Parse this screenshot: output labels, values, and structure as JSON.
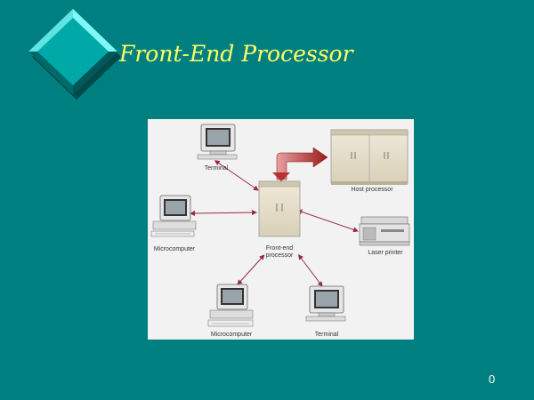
{
  "slide": {
    "title": "Front-End Processor",
    "number": "0"
  },
  "diagram": {
    "center": {
      "label_line1": "Front-end",
      "label_line2": "processor"
    },
    "host": {
      "label": "Host processor"
    },
    "terminal_top": {
      "label": "Terminal"
    },
    "micro_left": {
      "label": "Microcomputer"
    },
    "micro_bottom": {
      "label": "Microcomputer"
    },
    "terminal_bottom": {
      "label": "Terminal"
    },
    "printer": {
      "label": "Laser printer"
    }
  },
  "icons": {
    "bullet": "diamond-bullet-icon",
    "host_arrow": "curved-red-arrow-icon"
  },
  "colors": {
    "background": "#007f80",
    "title": "#ffff66",
    "diamond_face": "#00a8a8",
    "diamond_highlight": "#7ff7f7",
    "arrow": "#a12a2a",
    "link": "#9a2a3a"
  }
}
